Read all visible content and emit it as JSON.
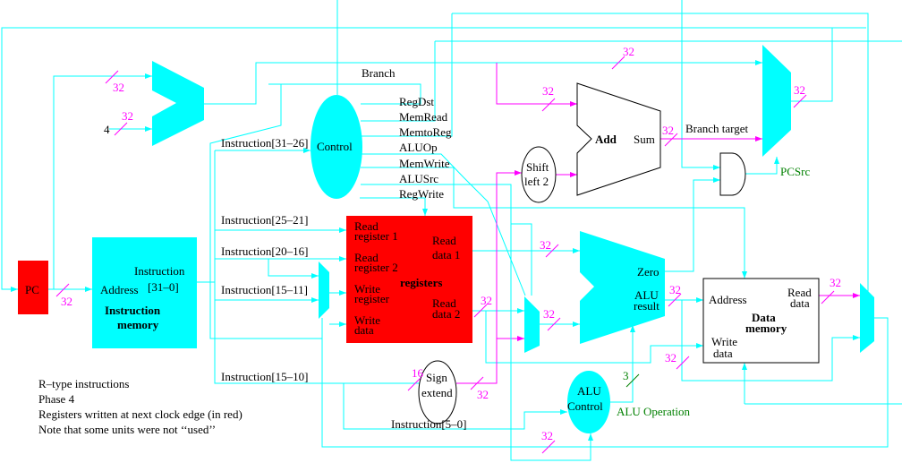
{
  "units": {
    "pc": "PC",
    "instruction_memory": {
      "address": "Address",
      "instruction": "Instruction",
      "bits": "[31–0]",
      "title_1": "Instruction",
      "title_2": "memory"
    },
    "control": "Control",
    "control_signals": [
      "Branch",
      "RegDst",
      "MemRead",
      "MemtoReg",
      "ALUOp",
      "MemWrite",
      "ALUSrc",
      "RegWrite"
    ],
    "registers": {
      "read_reg1_a": "Read",
      "read_reg1_b": "register 1",
      "read_reg2_a": "Read",
      "read_reg2_b": "register 2",
      "write_reg_a": "Write",
      "write_reg_b": "register",
      "write_data_a": "Write",
      "write_data_b": "data",
      "read_data1_a": "Read",
      "read_data1_b": "data 1",
      "read_data2_a": "Read",
      "read_data2_b": "data 2",
      "title": "registers"
    },
    "sign_extend": {
      "line1": "Sign",
      "line2": "extend"
    },
    "shift_left": {
      "line1": "Shift",
      "line2": "left 2"
    },
    "branch_adder": {
      "add": "Add",
      "sum": "Sum"
    },
    "branch_target": "Branch target",
    "pcsrc": "PCSrc",
    "alu": {
      "zero": "Zero",
      "result_1": "ALU",
      "result_2": "result"
    },
    "data_memory": {
      "address": "Address",
      "read_data_1": "Read",
      "read_data_2": "data",
      "title_1": "Data",
      "title_2": "memory",
      "write_data_1": "Write",
      "write_data_2": "data"
    },
    "alu_control": {
      "line1": "ALU",
      "line2": "Control"
    },
    "alu_operation": "ALU Operation",
    "constant_four": "4"
  },
  "instruction_fields": [
    "Instruction[31–26]",
    "Instruction[25–21]",
    "Instruction[20–16]",
    "Instruction[15–11]",
    "Instruction[15–10]",
    "Instruction[5–0]"
  ],
  "bus_widths": {
    "w32": "32",
    "w16": "16",
    "w3": "3"
  },
  "notes": [
    "R–type instructions",
    "Phase 4",
    "Registers  written at next clock edge (in red)",
    "Note that some units were not ‘‘used’’"
  ],
  "colors": {
    "active_unit": "#ff0000",
    "unit": "#00ffff",
    "wire": "#00ffff",
    "bus_width": "#ff00ff",
    "control_label": "#008000"
  }
}
